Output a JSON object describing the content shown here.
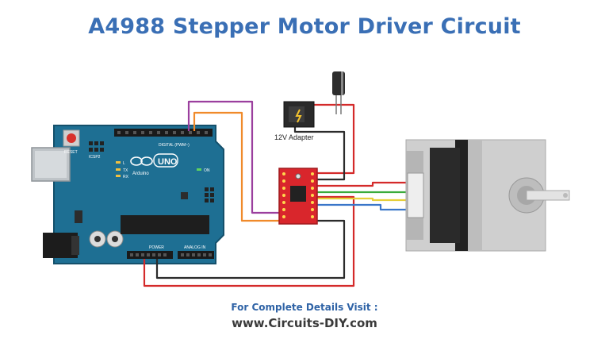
{
  "title": "A4988 Stepper Motor Driver Circuit",
  "adapter": {
    "label": "12V Adapter"
  },
  "arduino": {
    "brand": "Arduino",
    "model": "UNO",
    "reset_label": "RESET",
    "icsp_label": "ICSP2",
    "digital_label": "DIGITAL (PWM~)",
    "on_label": "ON",
    "tx_label": "TX",
    "rx_label": "RX",
    "l_label": "L",
    "power_label": "POWER",
    "analog_label": "ANALOG IN"
  },
  "footer": {
    "label": "For Complete Details Visit :",
    "url": "www.Circuits-DIY.com"
  },
  "colors": {
    "title": "#3a6fb5",
    "board": "#1e6f93",
    "driver": "#d9262c",
    "wire_purple": "#9b3f9e",
    "wire_orange": "#f08a2a",
    "wire_red": "#d42a2a",
    "wire_black": "#2b2b2b",
    "wire_green": "#3aab3a",
    "wire_yellow": "#e6cf3a",
    "wire_blue": "#3a76c9"
  }
}
